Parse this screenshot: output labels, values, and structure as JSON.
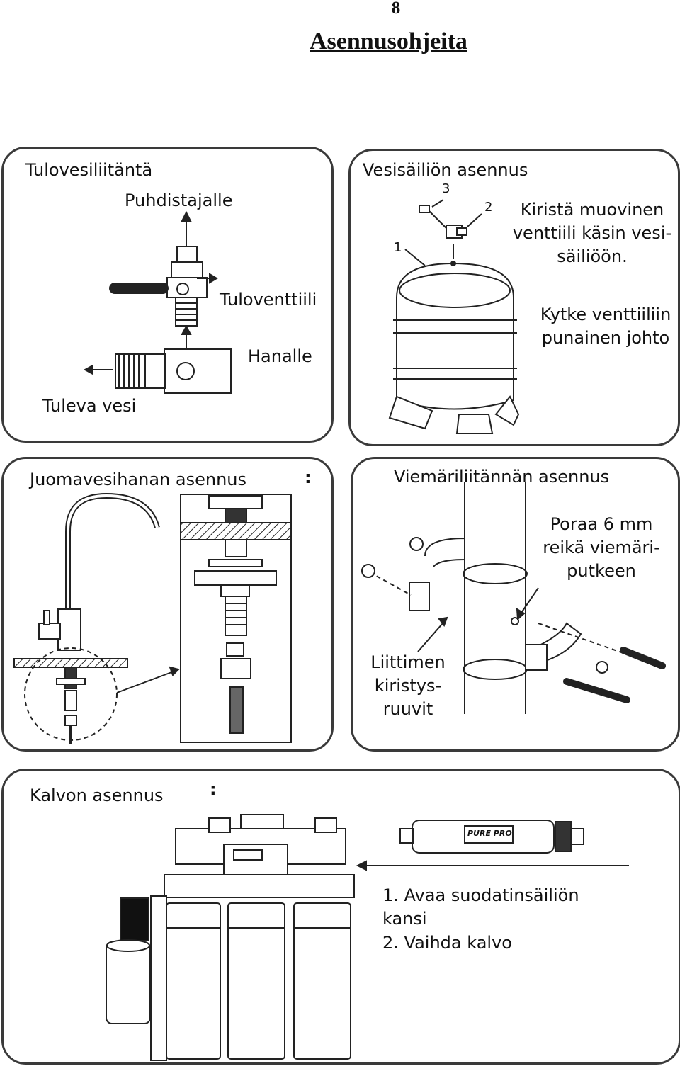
{
  "page": {
    "number": "8",
    "title": "Asennusohjeita"
  },
  "panels": {
    "inlet": {
      "heading": "Tulovesiliitäntä",
      "to_purifier": "Puhdistajalle",
      "inlet_valve": "Tuloventtiili",
      "to_faucet": "Hanalle",
      "incoming_water": "Tuleva vesi"
    },
    "tank": {
      "heading": "Vesisäiliön asennus",
      "callouts": [
        "1",
        "2",
        "3"
      ],
      "note1": "Kiristä muovinen venttiili käsin vesi-säiliöön.",
      "note2": "Kytke venttiiliin punainen johto"
    },
    "faucet": {
      "heading": "Juomavesihanan asennus",
      "colon": ":"
    },
    "drain": {
      "heading": "Viemäriliitännän asennus",
      "note_drill": "Poraa 6 mm reikä viemäri-putkeen",
      "note_screws": "Liittimen kiristys-ruuvit"
    },
    "membrane": {
      "heading": "Kalvon asennus",
      "colon": ":",
      "steps": [
        "1. Avaa suodatinsäiliön kansi",
        "2. Vaihda kalvo"
      ],
      "membrane_brand": "PURE PRO"
    }
  }
}
